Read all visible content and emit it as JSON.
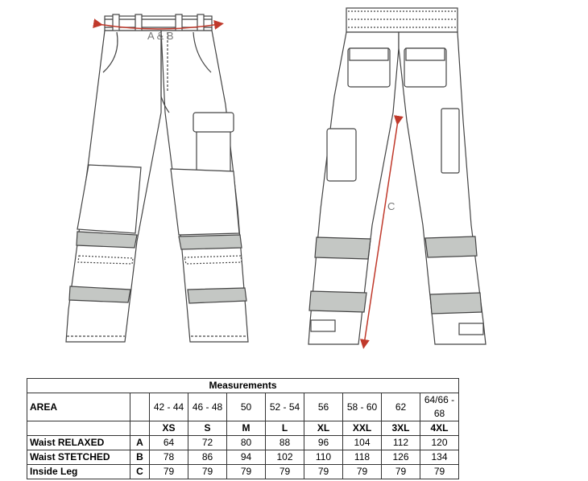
{
  "labels": {
    "waist": "A & B",
    "inside_leg": "C"
  },
  "table": {
    "title": "Measurements",
    "area_header": "AREA",
    "size_ranges": [
      "42 - 44",
      "46 - 48",
      "50",
      "52 - 54",
      "56",
      "58 - 60",
      "62",
      "64/66 - 68"
    ],
    "sizes": [
      "XS",
      "S",
      "M",
      "L",
      "XL",
      "XXL",
      "3XL",
      "4XL"
    ],
    "rows": [
      {
        "name": "Waist RELAXED",
        "code": "A",
        "values": [
          "64",
          "72",
          "80",
          "88",
          "96",
          "104",
          "112",
          "120"
        ]
      },
      {
        "name": "Waist STETCHED",
        "code": "B",
        "values": [
          "78",
          "86",
          "94",
          "102",
          "110",
          "118",
          "126",
          "134"
        ]
      },
      {
        "name": "Inside Leg",
        "code": "C",
        "values": [
          "79",
          "79",
          "79",
          "79",
          "79",
          "79",
          "79",
          "79"
        ]
      }
    ]
  },
  "colors": {
    "reflective": "#c4c7c4",
    "measure_line": "#c0392b",
    "outline": "#444444"
  }
}
